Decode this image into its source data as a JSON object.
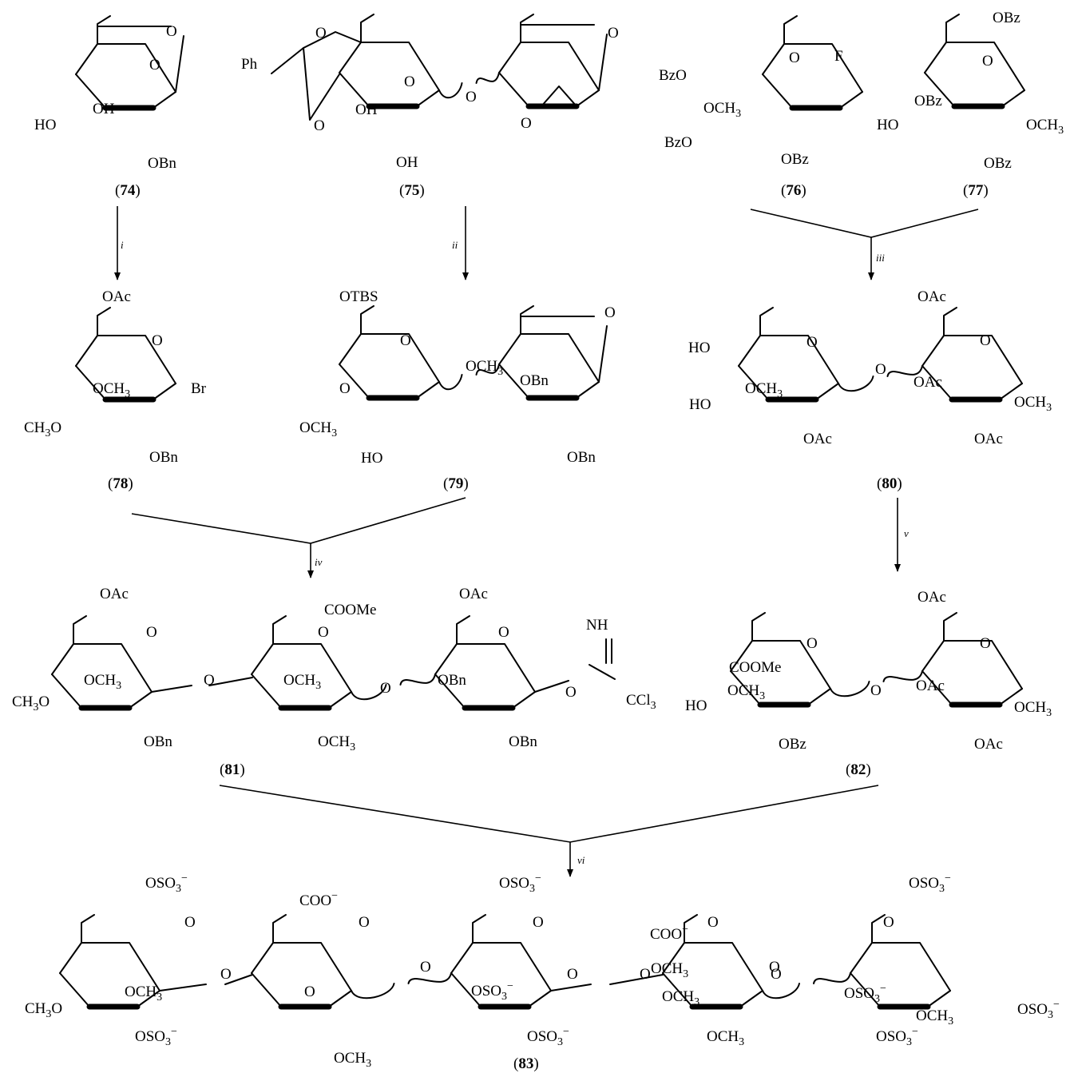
{
  "colors": {
    "ink": "#000000",
    "background": "#ffffff"
  },
  "compounds": [
    {
      "id": "74",
      "label": "(74)",
      "substituents": [
        "O",
        "O",
        "OH",
        "HO",
        "OBn"
      ]
    },
    {
      "id": "75",
      "label": "(75)",
      "substituents": [
        "Ph",
        "O",
        "O",
        "O",
        "OH",
        "OH",
        "O",
        "O",
        "O"
      ]
    },
    {
      "id": "76",
      "label": "(76)",
      "substituents": [
        "BzO",
        "O",
        "F",
        "OCH3",
        "BzO",
        "OBz"
      ]
    },
    {
      "id": "77",
      "label": "(77)",
      "substituents": [
        "OBz",
        "O",
        "OBz",
        "HO",
        "OCH3",
        "OBz"
      ]
    },
    {
      "id": "78",
      "label": "(78)",
      "substituents": [
        "OAc",
        "O",
        "OCH3",
        "CH3O",
        "Br",
        "OBn"
      ]
    },
    {
      "id": "79",
      "label": "(79)",
      "substituents": [
        "OTBS",
        "O",
        "O",
        "OCH3",
        "HO",
        "OCH3",
        "O",
        "OBn",
        "OBn"
      ]
    },
    {
      "id": "80",
      "label": "(80)",
      "substituents": [
        "OAc",
        "HO",
        "O",
        "O",
        "O",
        "OCH3",
        "HO",
        "OAc",
        "OAc",
        "OCH3",
        "OAc"
      ]
    },
    {
      "id": "81",
      "label": "(81)",
      "substituents": [
        "OAc",
        "COOMe",
        "OAc",
        "NH",
        "O",
        "O",
        "O",
        "OCH3",
        "O",
        "OCH3",
        "O",
        "OBn",
        "O",
        "CCl3",
        "CH3O",
        "OBn",
        "OCH3",
        "OBn"
      ]
    },
    {
      "id": "82",
      "label": "(82)",
      "substituents": [
        "OAc",
        "O",
        "COOMe",
        "O",
        "O",
        "OCH3",
        "OAc",
        "OCH3",
        "HO",
        "OBz",
        "OAc"
      ]
    },
    {
      "id": "83",
      "label": "(83)",
      "substituents": [
        "OSO3−",
        "COO−",
        "OSO3−",
        "OSO3−",
        "O",
        "O",
        "O",
        "O",
        "COO−",
        "O",
        "O",
        "O",
        "O",
        "OCH3",
        "O",
        "OCH3",
        "O",
        "OSO3−",
        "O",
        "OCH3",
        "O",
        "OSO3−",
        "CH3O",
        "OCH3",
        "OSO3−",
        "OSO3−",
        "OCH3",
        "OSO3−",
        "OCH3",
        "OSO3−"
      ]
    }
  ],
  "steps": [
    {
      "id": "i",
      "label": "i"
    },
    {
      "id": "ii",
      "label": "ii"
    },
    {
      "id": "iii",
      "label": "iii"
    },
    {
      "id": "iv",
      "label": "iv"
    },
    {
      "id": "v",
      "label": "v"
    },
    {
      "id": "vi",
      "label": "vi"
    }
  ]
}
